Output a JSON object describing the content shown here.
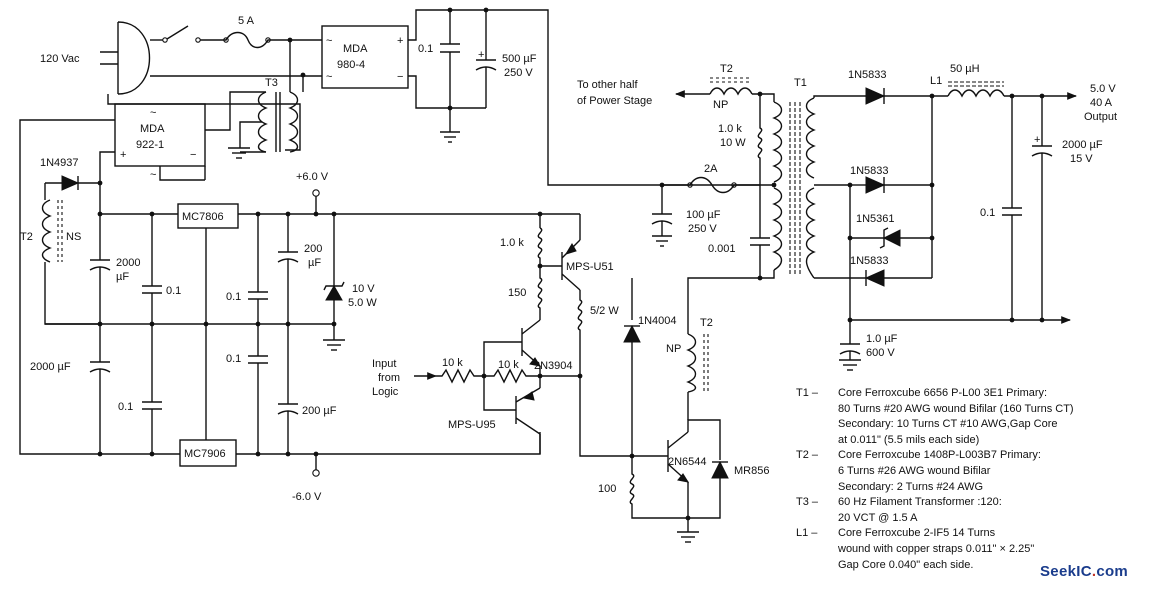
{
  "labels": {
    "ac_in": "120 Vac",
    "fuse_main": "5 A",
    "bridge_main_name": "MDA",
    "bridge_main_num": "980-4",
    "cap_01_a": "0.1",
    "cap_500_v": "500 µF",
    "cap_500_r": "250 V",
    "t3": "T3",
    "bridge_aux_name": "MDA",
    "bridge_aux_num": "922-1",
    "diode_1n4937": "1N4937",
    "t2_ns_name": "T2",
    "t2_ns_wind": "NS",
    "cap_2000_a_v": "2000",
    "cap_2000_a_u": "µF",
    "cap_01_b": "0.1",
    "cap_2000_b": "2000 µF",
    "cap_01_c": "0.1",
    "reg_pos": "MC7806",
    "reg_neg": "MC7906",
    "plus6": "+6.0 V",
    "minus6": "-6.0 V",
    "cap_01_d": "0.1",
    "cap_01_e": "0.1",
    "cap_200_a_v": "200",
    "cap_200_a_u": "µF",
    "cap_200_b": "200 µF",
    "zener_v": "10 V",
    "zener_p": "5.0 W",
    "r_1k_a": "1.0 k",
    "q_mpsu51": "MPS-U51",
    "r_150": "150",
    "r_52w": "5/2 W",
    "q_2n3904": "2N3904",
    "input_l1": "Input",
    "input_l2": "from",
    "input_l3": "Logic",
    "r_10k_a": "10 k",
    "r_10k_b": "10 k",
    "q_mpsu95": "MPS-U95",
    "d_1n4004": "1N4004",
    "r_100": "100",
    "q_2n6544": "2N6544",
    "d_mr856": "MR856",
    "t2_np_b_name": "T2",
    "t2_np_b_wind": "NP",
    "to_other_1": "To other half",
    "to_other_2": "of Power Stage",
    "t2_top_name": "T2",
    "t2_top_wind": "NP",
    "r_1k_b_v": "1.0 k",
    "r_1k_b_p": "10 W",
    "fuse_2a": "2A",
    "cap_100_v": "100 µF",
    "cap_100_r": "250 V",
    "cap_0001": "0.001",
    "t1": "T1",
    "d_1n5833_a": "1N5833",
    "d_1n5833_b": "1N5833",
    "d_1n5361": "1N5361",
    "d_1n5833_c": "1N5833",
    "l1_name": "L1",
    "l1_val": "50 µH",
    "cap_2000_c_v": "2000 µF",
    "cap_2000_c_r": "15 V",
    "cap_01_f": "0.1",
    "cap_1uf_v": "1.0 µF",
    "cap_1uf_r": "600 V",
    "out_v": "5.0 V",
    "out_a": "40 A",
    "out_l": "Output"
  },
  "notes": [
    {
      "key": "T1 –",
      "lines": [
        "Core Ferroxcube 6656 P-L00 3E1 Primary:",
        "80 Turns #20 AWG wound Bifilar (160 Turns CT)",
        "Secondary: 10 Turns CT #10 AWG,Gap Core",
        "at 0.011\" (5.5 mils each side)"
      ]
    },
    {
      "key": "T2 –",
      "lines": [
        "Core Ferroxcube 1408P-L003B7 Primary:",
        "6 Turns #26 AWG wound Bifilar",
        "Secondary: 2 Turns #24 AWG"
      ]
    },
    {
      "key": "T3 –",
      "lines": [
        "60 Hz Filament Transformer :120:",
        "20 VCT @ 1.5 A"
      ]
    },
    {
      "key": "L1 –",
      "lines": [
        "Core Ferroxcube 2-IF5 14 Turns",
        "wound with copper straps 0.011\" × 2.25\"",
        "Gap Core 0.040\" each side."
      ]
    }
  ],
  "watermark": {
    "name": "SeekIC",
    "sep": ".",
    "tld": "com"
  }
}
